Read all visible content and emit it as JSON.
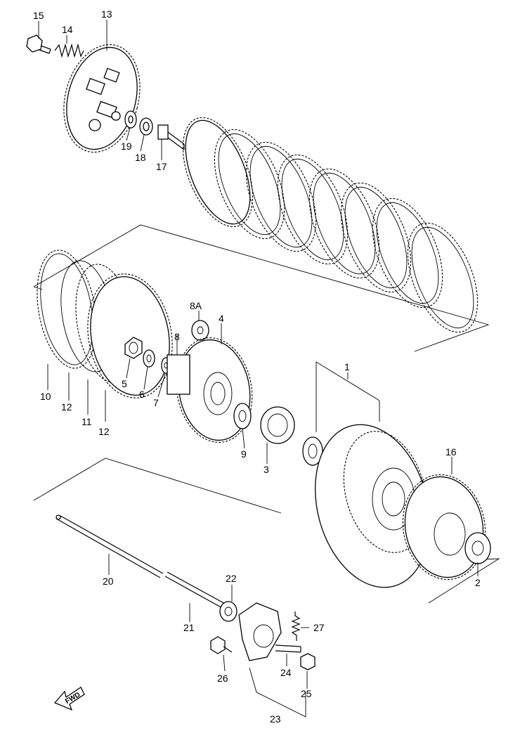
{
  "diagram": {
    "callouts": [
      {
        "id": "15",
        "label": "15"
      },
      {
        "id": "14",
        "label": "14"
      },
      {
        "id": "13",
        "label": "13"
      },
      {
        "id": "19",
        "label": "19"
      },
      {
        "id": "18",
        "label": "18"
      },
      {
        "id": "17",
        "label": "17"
      },
      {
        "id": "8A",
        "label": "8A"
      },
      {
        "id": "8",
        "label": "8"
      },
      {
        "id": "4",
        "label": "4"
      },
      {
        "id": "10",
        "label": "10"
      },
      {
        "id": "12a",
        "label": "12"
      },
      {
        "id": "11",
        "label": "11"
      },
      {
        "id": "12b",
        "label": "12"
      },
      {
        "id": "5",
        "label": "5"
      },
      {
        "id": "6",
        "label": "6"
      },
      {
        "id": "7",
        "label": "7"
      },
      {
        "id": "9",
        "label": "9"
      },
      {
        "id": "3",
        "label": "3"
      },
      {
        "id": "1",
        "label": "1"
      },
      {
        "id": "16",
        "label": "16"
      },
      {
        "id": "2",
        "label": "2"
      },
      {
        "id": "20",
        "label": "20"
      },
      {
        "id": "21",
        "label": "21"
      },
      {
        "id": "22",
        "label": "22"
      },
      {
        "id": "27",
        "label": "27"
      },
      {
        "id": "24",
        "label": "24"
      },
      {
        "id": "26",
        "label": "26"
      },
      {
        "id": "25",
        "label": "25"
      },
      {
        "id": "23",
        "label": "23"
      }
    ],
    "direction_arrow": {
      "label": "FWD",
      "icon": "fwd-arrow-icon"
    }
  }
}
